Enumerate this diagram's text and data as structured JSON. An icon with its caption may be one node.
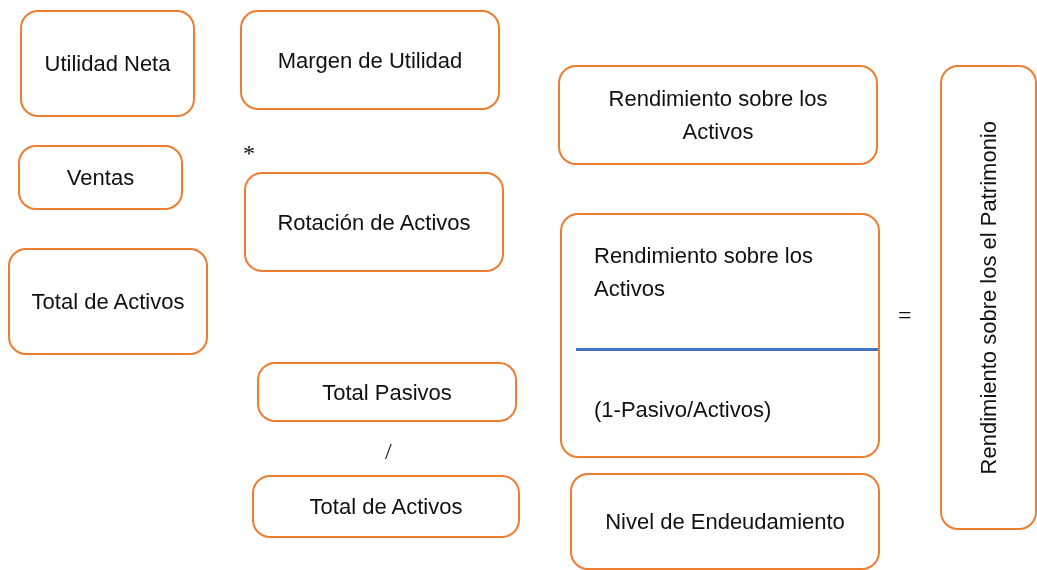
{
  "diagram": {
    "nodes": [
      {
        "text": [
          "Utilidad Neta"
        ]
      },
      {
        "text": [
          "Margen de Utilidad"
        ]
      },
      {
        "text": [
          "Rendimiento sobre los Activos"
        ]
      },
      {
        "text": [
          "Rendimiento sobre los el Patrimonio"
        ]
      },
      {
        "text": [
          "Ventas"
        ]
      },
      {
        "text": [
          "Rotación de Activos"
        ]
      },
      {
        "text": [
          "Total de Activos"
        ]
      },
      {
        "text": [
          "Rendimiento sobre los Activos",
          "(1-Pasivo/Activos)"
        ]
      },
      {
        "text": [
          "Total Pasivos"
        ]
      },
      {
        "text": [
          "Total de Activos"
        ]
      },
      {
        "text": [
          "Nivel de Endeudamiento"
        ]
      }
    ],
    "labels": [
      "*",
      "=",
      "/"
    ]
  }
}
